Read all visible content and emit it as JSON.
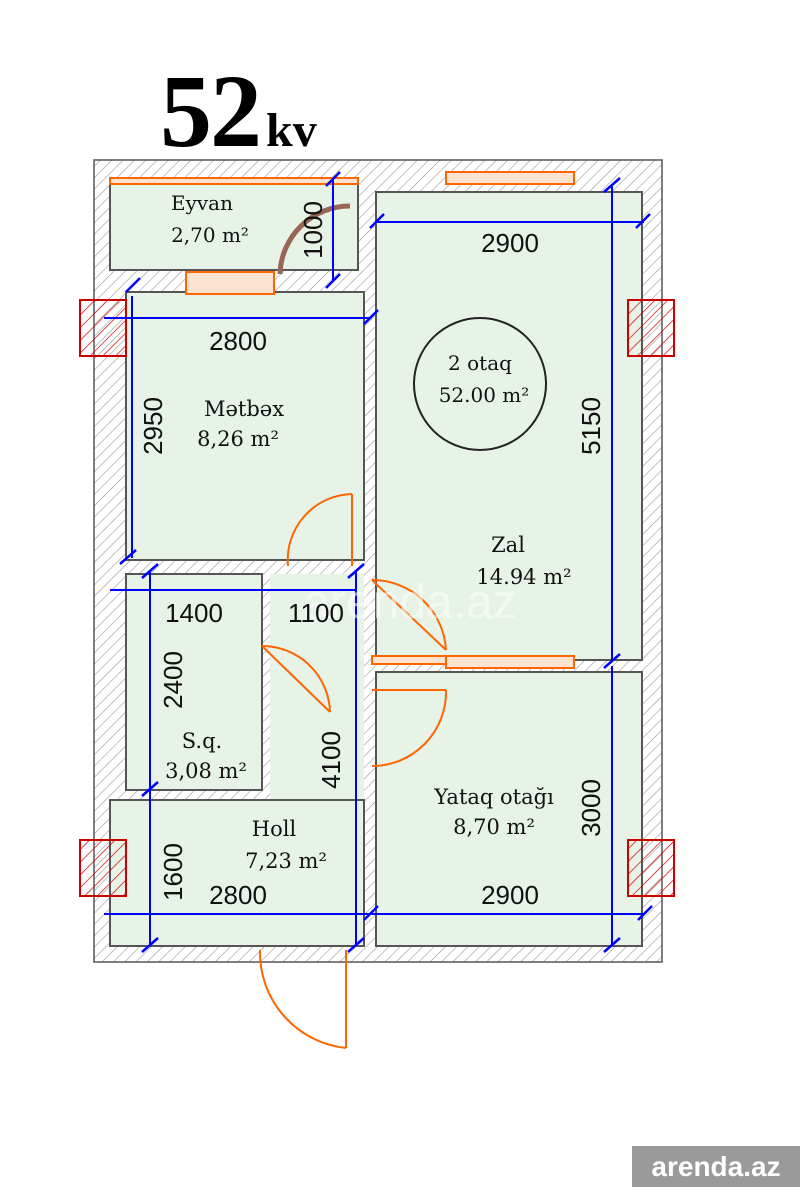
{
  "title": {
    "number": "52",
    "unit": "kv"
  },
  "summary": {
    "rooms": "2 otaq",
    "area": "52.00 m²"
  },
  "rooms": {
    "eyvan": {
      "name": "Eyvan",
      "area": "2,70 m²"
    },
    "metbex": {
      "name": "Mətbəx",
      "area": "8,26 m²"
    },
    "zal": {
      "name": "Zal",
      "area": "14.94 m²"
    },
    "sq": {
      "name": "S.q.",
      "area": "3,08 m²"
    },
    "holl": {
      "name": "Holl",
      "area": "7,23 m²"
    },
    "yataq": {
      "name": "Yataq otağı",
      "area": "8,70 m²"
    }
  },
  "dimensions": {
    "eyvan_depth": "1000",
    "metbex_width": "2800",
    "metbex_depth": "2950",
    "zal_width": "2900",
    "zal_depth": "5150",
    "sq_width": "1400",
    "corridor_width": "1100",
    "sq_depth": "2400",
    "holl_depth": "4100",
    "holl_short": "1600",
    "holl_width": "2800",
    "yataq_width": "2900",
    "yataq_depth": "3000"
  },
  "watermark": {
    "center": "arenda.az",
    "corner": "arenda.az"
  },
  "colors": {
    "floor": "#e6f3e6",
    "wall": "#555555",
    "dimension": "#0000ff",
    "door": "#ff6600",
    "duct": "#cc0000"
  }
}
